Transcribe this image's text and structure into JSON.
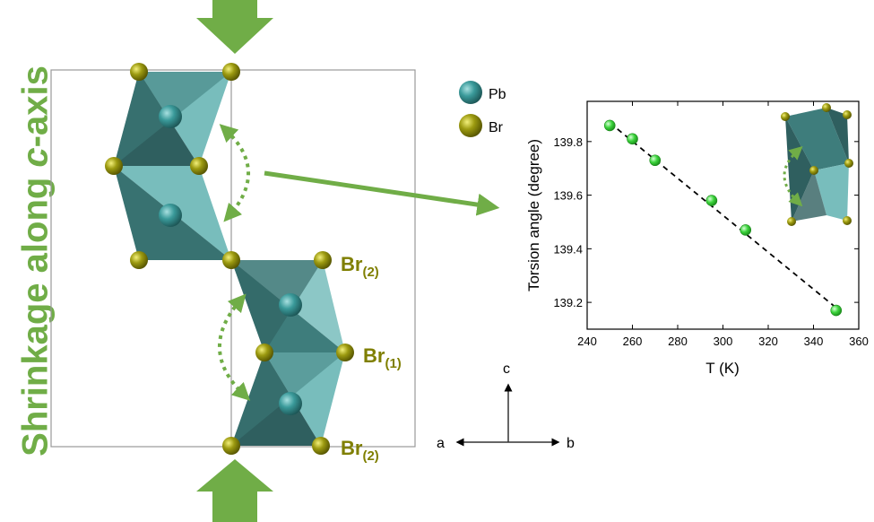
{
  "headline": {
    "prefix": "Shrinkage along ",
    "italic": "c",
    "suffix": "-axis"
  },
  "legend": {
    "pb": "Pb",
    "br": "Br"
  },
  "site_labels": {
    "br2_top": {
      "main": "Br",
      "sub": "(2)"
    },
    "br1": {
      "main": "Br",
      "sub": "(1)"
    },
    "br2_bottom": {
      "main": "Br",
      "sub": "(2)"
    }
  },
  "axes_triad": {
    "c": "c",
    "a": "a",
    "b": "b"
  },
  "colors": {
    "green": "#70ad47",
    "pb": "#3a9a9a",
    "br": "#9c9a10",
    "label": "#7f7f00",
    "oct_dark": "#2f5f5f",
    "oct_mid": "#3e7d7c",
    "oct_light": "#78bdbc",
    "point": "#3cd43c"
  },
  "chart_data": {
    "type": "scatter",
    "title": "",
    "xlabel": "T (K)",
    "ylabel": "Torsion angle (degree)",
    "xlim": [
      240,
      360
    ],
    "ylim": [
      139.1,
      139.95
    ],
    "xticks": [
      240,
      260,
      280,
      300,
      320,
      340,
      360
    ],
    "yticks": [
      139.2,
      139.4,
      139.6,
      139.8
    ],
    "ytick_labels": [
      "139.2",
      "139.4",
      "139.6",
      "139.8"
    ],
    "series": [
      {
        "x": [
          250,
          260,
          270,
          295,
          310,
          350
        ],
        "y": [
          139.86,
          139.81,
          139.73,
          139.58,
          139.47,
          139.17
        ]
      }
    ],
    "fit_line": {
      "style": "dashed",
      "x": [
        250,
        350
      ],
      "y": [
        139.87,
        139.18
      ]
    },
    "grid": false
  }
}
